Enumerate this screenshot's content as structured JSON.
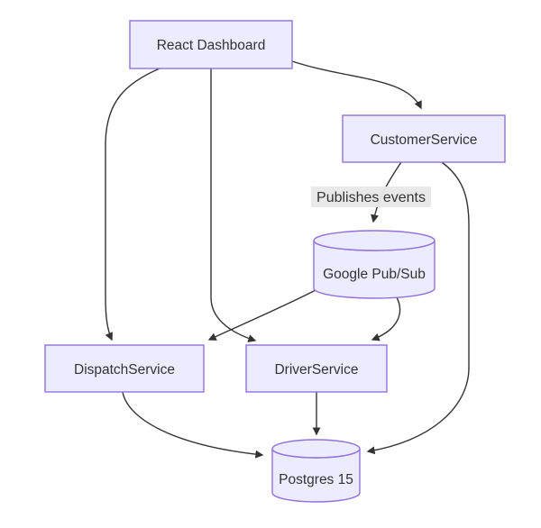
{
  "diagram": {
    "type": "flowchart",
    "direction": "top-down",
    "nodes": {
      "react_dashboard": {
        "label": "React Dashboard",
        "shape": "rectangle"
      },
      "customer_service": {
        "label": "CustomerService",
        "shape": "rectangle"
      },
      "google_pubsub": {
        "label": "Google Pub/Sub",
        "shape": "cylinder"
      },
      "dispatch_service": {
        "label": "DispatchService",
        "shape": "rectangle"
      },
      "driver_service": {
        "label": "DriverService",
        "shape": "rectangle"
      },
      "postgres": {
        "label": "Postgres 15",
        "shape": "cylinder"
      }
    },
    "edges": [
      {
        "from": "react_dashboard",
        "to": "dispatch_service"
      },
      {
        "from": "react_dashboard",
        "to": "driver_service"
      },
      {
        "from": "react_dashboard",
        "to": "customer_service"
      },
      {
        "from": "customer_service",
        "to": "google_pubsub",
        "label": "Publishes events"
      },
      {
        "from": "customer_service",
        "to": "postgres"
      },
      {
        "from": "google_pubsub",
        "to": "dispatch_service"
      },
      {
        "from": "google_pubsub",
        "to": "driver_service"
      },
      {
        "from": "dispatch_service",
        "to": "postgres"
      },
      {
        "from": "driver_service",
        "to": "postgres"
      }
    ]
  },
  "colors": {
    "node_fill": "#ECECFF",
    "node_stroke": "#9370DB",
    "edge_color": "#333333",
    "edge_label_bg": "#e8e8e8",
    "text_color": "#333333",
    "background": "#ffffff"
  }
}
